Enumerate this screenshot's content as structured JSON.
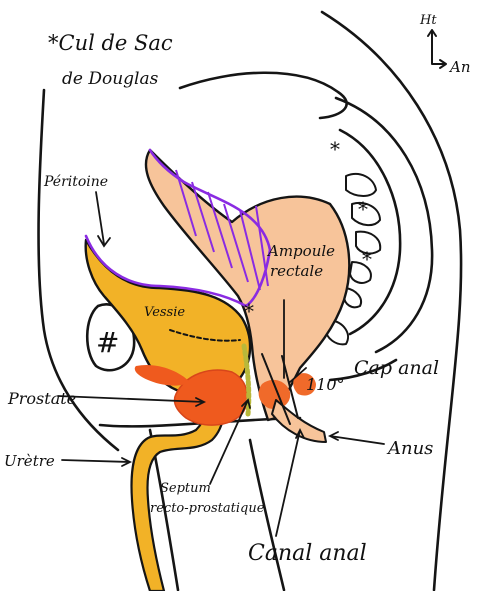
{
  "labels": {
    "cul_de_sac_line1": "*Cul de Sac",
    "cul_de_sac_line2": "de Douglas",
    "peritoine": "Péritoine",
    "vessie": "Vessie",
    "ampoule_line1": "Ampoule",
    "ampoule_line2": "rectale",
    "angle": "110°",
    "cap_anal": "Cap anal",
    "prostate": "Prostate",
    "uretre": "Urètre",
    "septum_line1": "Septum",
    "septum_line2": "recto-prostatique",
    "anus": "Anus",
    "canal_anal": "Canal anal",
    "orientation_up": "Ht",
    "orientation_right": "An",
    "star_marker": "*",
    "hash_marker": "#"
  },
  "colors": {
    "ink": "#151515",
    "bladder": "#f2b227",
    "rectum": "#f7c49a",
    "peritoneum": "#8a2be2",
    "prostate": "#ef5a1e",
    "septum": "#b8b83a",
    "anal_sphincter": "#f06a2a"
  },
  "icons": {
    "orientation": "orientation-arrows-icon",
    "star": "star-marker-icon",
    "hash": "hash-marker-icon"
  }
}
